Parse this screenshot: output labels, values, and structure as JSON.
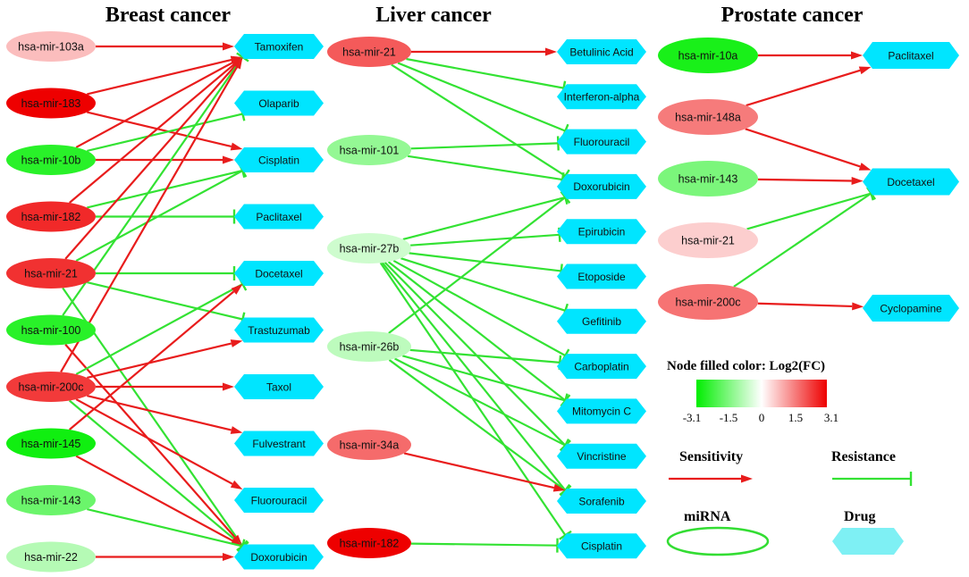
{
  "colors": {
    "sensitivity": "#e81c1c",
    "resistance": "#33e233",
    "drug_fill": "#00e5ff",
    "legend_drug_fill": "#7ef0f4",
    "legend_mirna_stroke": "#33dd33",
    "scale_low": "#00ee00",
    "scale_mid": "#ffffff",
    "scale_high": "#ee0000"
  },
  "legend": {
    "color_title": "Node filled color: Log2(FC)",
    "ticks": [
      "-3.1",
      "-1.5",
      "0",
      "1.5",
      "3.1"
    ],
    "sensitivity_label": "Sensitivity",
    "resistance_label": "Resistance",
    "mirna_label": "miRNA",
    "drug_label": "Drug"
  },
  "panels": [
    {
      "title": "Breast cancer",
      "mirnas": [
        {
          "id": "b_m103a",
          "label": "hsa-mir-103a",
          "fc": 0.8
        },
        {
          "id": "b_m183",
          "label": "hsa-mir-183",
          "fc": 3.1
        },
        {
          "id": "b_m10b",
          "label": "hsa-mir-10b",
          "fc": -2.6
        },
        {
          "id": "b_m182",
          "label": "hsa-mir-182",
          "fc": 2.6
        },
        {
          "id": "b_m21",
          "label": "hsa-mir-21",
          "fc": 2.5
        },
        {
          "id": "b_m100",
          "label": "hsa-mir-100",
          "fc": -2.6
        },
        {
          "id": "b_m200c",
          "label": "hsa-mir-200c",
          "fc": 2.4
        },
        {
          "id": "b_m145",
          "label": "hsa-mir-145",
          "fc": -2.9
        },
        {
          "id": "b_m143",
          "label": "hsa-mir-143",
          "fc": -1.8
        },
        {
          "id": "b_m22",
          "label": "hsa-mir-22",
          "fc": -0.9
        }
      ],
      "drugs": [
        {
          "id": "b_tam",
          "label": "Tamoxifen"
        },
        {
          "id": "b_ola",
          "label": "Olaparib"
        },
        {
          "id": "b_cis",
          "label": "Cisplatin"
        },
        {
          "id": "b_pac",
          "label": "Paclitaxel"
        },
        {
          "id": "b_doc",
          "label": "Docetaxel"
        },
        {
          "id": "b_tra",
          "label": "Trastuzumab"
        },
        {
          "id": "b_tax",
          "label": "Taxol"
        },
        {
          "id": "b_ful",
          "label": "Fulvestrant"
        },
        {
          "id": "b_flu",
          "label": "Fluorouracil"
        },
        {
          "id": "b_dox",
          "label": "Doxorubicin"
        }
      ],
      "edges": [
        {
          "from": "b_m103a",
          "to": "b_tam",
          "type": "sensitivity"
        },
        {
          "from": "b_m183",
          "to": "b_tam",
          "type": "sensitivity"
        },
        {
          "from": "b_m183",
          "to": "b_cis",
          "type": "sensitivity"
        },
        {
          "from": "b_m10b",
          "to": "b_tam",
          "type": "sensitivity"
        },
        {
          "from": "b_m10b",
          "to": "b_cis",
          "type": "sensitivity"
        },
        {
          "from": "b_m10b",
          "to": "b_ola",
          "type": "resistance"
        },
        {
          "from": "b_m182",
          "to": "b_tam",
          "type": "sensitivity"
        },
        {
          "from": "b_m182",
          "to": "b_cis",
          "type": "resistance"
        },
        {
          "from": "b_m182",
          "to": "b_pac",
          "type": "resistance"
        },
        {
          "from": "b_m21",
          "to": "b_tam",
          "type": "sensitivity"
        },
        {
          "from": "b_m21",
          "to": "b_cis",
          "type": "resistance"
        },
        {
          "from": "b_m21",
          "to": "b_doc",
          "type": "resistance"
        },
        {
          "from": "b_m21",
          "to": "b_tra",
          "type": "resistance"
        },
        {
          "from": "b_m21",
          "to": "b_dox",
          "type": "resistance"
        },
        {
          "from": "b_m100",
          "to": "b_tam",
          "type": "resistance"
        },
        {
          "from": "b_m100",
          "to": "b_dox",
          "type": "sensitivity"
        },
        {
          "from": "b_m200c",
          "to": "b_tam",
          "type": "sensitivity"
        },
        {
          "from": "b_m200c",
          "to": "b_doc",
          "type": "resistance"
        },
        {
          "from": "b_m200c",
          "to": "b_tra",
          "type": "sensitivity"
        },
        {
          "from": "b_m200c",
          "to": "b_tax",
          "type": "sensitivity"
        },
        {
          "from": "b_m200c",
          "to": "b_ful",
          "type": "sensitivity"
        },
        {
          "from": "b_m200c",
          "to": "b_flu",
          "type": "sensitivity"
        },
        {
          "from": "b_m200c",
          "to": "b_dox",
          "type": "resistance"
        },
        {
          "from": "b_m145",
          "to": "b_doc",
          "type": "sensitivity"
        },
        {
          "from": "b_m145",
          "to": "b_dox",
          "type": "sensitivity"
        },
        {
          "from": "b_m143",
          "to": "b_dox",
          "type": "resistance"
        },
        {
          "from": "b_m22",
          "to": "b_dox",
          "type": "sensitivity"
        }
      ]
    },
    {
      "title": "Liver cancer",
      "mirnas": [
        {
          "id": "l_m21",
          "label": "hsa-mir-21",
          "fc": 2.0
        },
        {
          "id": "l_m101",
          "label": "hsa-mir-101",
          "fc": -1.3
        },
        {
          "id": "l_m27b",
          "label": "hsa-mir-27b",
          "fc": -0.6
        },
        {
          "id": "l_m26b",
          "label": "hsa-mir-26b",
          "fc": -0.8
        },
        {
          "id": "l_m34a",
          "label": "hsa-mir-34a",
          "fc": 1.8
        },
        {
          "id": "l_m182",
          "label": "hsa-mir-182",
          "fc": 3.1
        }
      ],
      "drugs": [
        {
          "id": "l_bet",
          "label": "Betulinic Acid"
        },
        {
          "id": "l_ifn",
          "label": "Interferon-alpha"
        },
        {
          "id": "l_flu",
          "label": "Fluorouracil"
        },
        {
          "id": "l_dox",
          "label": "Doxorubicin"
        },
        {
          "id": "l_epi",
          "label": "Epirubicin"
        },
        {
          "id": "l_eto",
          "label": "Etoposide"
        },
        {
          "id": "l_gef",
          "label": "Gefitinib"
        },
        {
          "id": "l_car",
          "label": "Carboplatin"
        },
        {
          "id": "l_mit",
          "label": "Mitomycin C"
        },
        {
          "id": "l_vin",
          "label": "Vincristine"
        },
        {
          "id": "l_sor",
          "label": "Sorafenib"
        },
        {
          "id": "l_cis",
          "label": "Cisplatin"
        }
      ],
      "edges": [
        {
          "from": "l_m21",
          "to": "l_bet",
          "type": "sensitivity"
        },
        {
          "from": "l_m21",
          "to": "l_ifn",
          "type": "resistance"
        },
        {
          "from": "l_m21",
          "to": "l_flu",
          "type": "resistance"
        },
        {
          "from": "l_m21",
          "to": "l_dox",
          "type": "resistance"
        },
        {
          "from": "l_m101",
          "to": "l_flu",
          "type": "resistance"
        },
        {
          "from": "l_m101",
          "to": "l_dox",
          "type": "resistance"
        },
        {
          "from": "l_m27b",
          "to": "l_dox",
          "type": "resistance"
        },
        {
          "from": "l_m27b",
          "to": "l_epi",
          "type": "resistance"
        },
        {
          "from": "l_m27b",
          "to": "l_eto",
          "type": "resistance"
        },
        {
          "from": "l_m27b",
          "to": "l_gef",
          "type": "resistance"
        },
        {
          "from": "l_m27b",
          "to": "l_car",
          "type": "resistance"
        },
        {
          "from": "l_m27b",
          "to": "l_mit",
          "type": "resistance"
        },
        {
          "from": "l_m27b",
          "to": "l_vin",
          "type": "resistance"
        },
        {
          "from": "l_m27b",
          "to": "l_sor",
          "type": "resistance"
        },
        {
          "from": "l_m27b",
          "to": "l_cis",
          "type": "resistance"
        },
        {
          "from": "l_m26b",
          "to": "l_dox",
          "type": "resistance"
        },
        {
          "from": "l_m26b",
          "to": "l_car",
          "type": "resistance"
        },
        {
          "from": "l_m26b",
          "to": "l_mit",
          "type": "resistance"
        },
        {
          "from": "l_m26b",
          "to": "l_vin",
          "type": "resistance"
        },
        {
          "from": "l_m26b",
          "to": "l_sor",
          "type": "resistance"
        },
        {
          "from": "l_m34a",
          "to": "l_sor",
          "type": "sensitivity"
        },
        {
          "from": "l_m182",
          "to": "l_cis",
          "type": "resistance"
        }
      ]
    },
    {
      "title": "Prostate cancer",
      "mirnas": [
        {
          "id": "p_m10a",
          "label": "hsa-mir-10a",
          "fc": -2.8
        },
        {
          "id": "p_m148a",
          "label": "hsa-mir-148a",
          "fc": 1.6
        },
        {
          "id": "p_m143",
          "label": "hsa-mir-143",
          "fc": -1.6
        },
        {
          "id": "p_m21",
          "label": "hsa-mir-21",
          "fc": 0.6
        },
        {
          "id": "p_m200c",
          "label": "hsa-mir-200c",
          "fc": 1.7
        }
      ],
      "drugs": [
        {
          "id": "p_pac",
          "label": "Paclitaxel"
        },
        {
          "id": "p_doc",
          "label": "Docetaxel"
        },
        {
          "id": "p_cyc",
          "label": "Cyclopamine"
        }
      ],
      "edges": [
        {
          "from": "p_m10a",
          "to": "p_pac",
          "type": "sensitivity"
        },
        {
          "from": "p_m148a",
          "to": "p_pac",
          "type": "sensitivity"
        },
        {
          "from": "p_m148a",
          "to": "p_doc",
          "type": "sensitivity"
        },
        {
          "from": "p_m143",
          "to": "p_doc",
          "type": "sensitivity"
        },
        {
          "from": "p_m21",
          "to": "p_doc",
          "type": "resistance"
        },
        {
          "from": "p_m200c",
          "to": "p_doc",
          "type": "resistance"
        },
        {
          "from": "p_m200c",
          "to": "p_cyc",
          "type": "sensitivity"
        }
      ]
    }
  ]
}
